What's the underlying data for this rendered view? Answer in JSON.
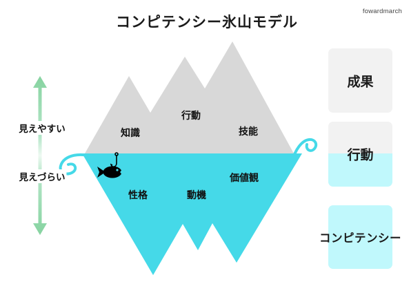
{
  "page": {
    "title": "コンピテンシー氷山モデル",
    "watermark": "fowardmarch"
  },
  "axis": {
    "top_label": "見えやすい",
    "bottom_label": "見えづらい"
  },
  "iceberg": {
    "above_labels": [
      "知識",
      "行動",
      "技能"
    ],
    "below_labels": [
      "性格",
      "動機",
      "価値観"
    ]
  },
  "legend": {
    "boxes": [
      {
        "label": "成果"
      },
      {
        "label": "行動"
      },
      {
        "label": "コンピテンシー"
      }
    ]
  },
  "icons": {
    "fish": "fish-silhouette",
    "fishhook": "fishing-hook",
    "wave_left": "wave-curl",
    "wave_right": "wave-curl",
    "axis_arrow": "double-headed-vertical-arrow"
  },
  "colors": {
    "iceberg_above_water": "#d8d8d8",
    "iceberg_below_water": "#45d9e8",
    "legend_above": "#f2f2f2",
    "legend_below": "#c0f8fc",
    "axis_arrow": "#8bd4a4",
    "text": "#1a1a1a",
    "background": "#ffffff"
  }
}
